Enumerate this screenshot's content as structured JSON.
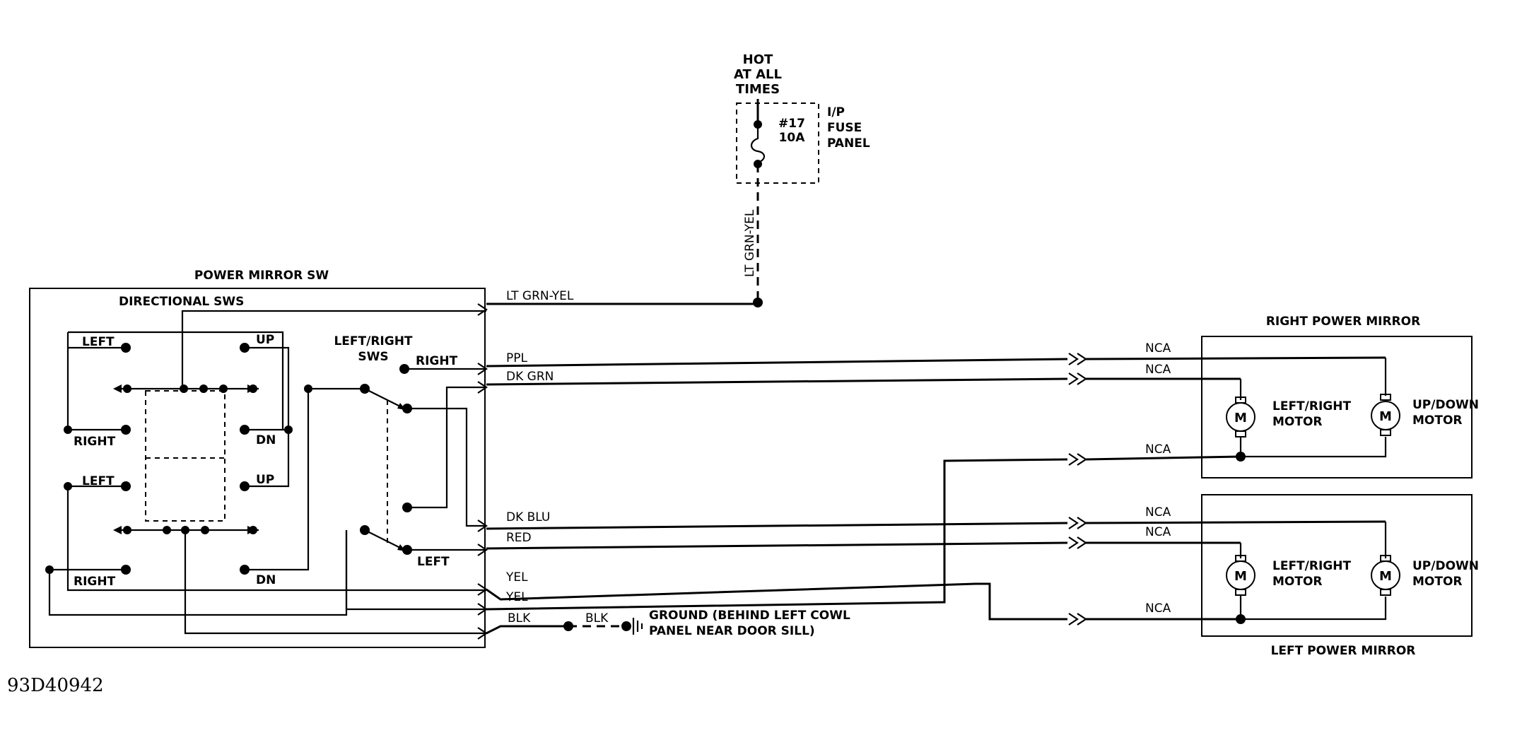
{
  "labels": {
    "hot": [
      "HOT",
      "AT ALL",
      "TIMES"
    ],
    "fuse": [
      "#17",
      "10A"
    ],
    "fuse_panel": [
      "I/P",
      "FUSE",
      "PANEL"
    ],
    "fuse_wire": "LT GRN-YEL",
    "power_mirror_sw": "POWER MIRROR SW",
    "directional_sws": "DIRECTIONAL SWS",
    "left_right_sws": [
      "LEFT/RIGHT",
      "SWS"
    ],
    "sw_right": "RIGHT",
    "sw_left": "LEFT",
    "dir": {
      "left_top": "LEFT",
      "up_top": "UP",
      "right_top": "RIGHT",
      "dn_top": "DN",
      "left_bot": "LEFT",
      "up_bot": "UP",
      "right_bot": "RIGHT",
      "dn_bot": "DN"
    },
    "wires": {
      "lt_grn_yel": "LT GRN-YEL",
      "ppl": "PPL",
      "dk_grn": "DK GRN",
      "dk_blu": "DK BLU",
      "red": "RED",
      "yel1": "YEL",
      "yel2": "YEL",
      "blk1": "BLK",
      "blk2": "BLK"
    },
    "ground": [
      "GROUND (BEHIND LEFT COWL",
      "PANEL NEAR DOOR SILL)"
    ],
    "nca": [
      "NCA",
      "NCA",
      "NCA",
      "NCA",
      "NCA",
      "NCA"
    ],
    "right_power_mirror": "RIGHT POWER MIRROR",
    "left_power_mirror": "LEFT POWER MIRROR",
    "motor_symbol": "M",
    "lr_motor": [
      "LEFT/RIGHT",
      "MOTOR"
    ],
    "ud_motor": [
      "UP/DOWN",
      "MOTOR"
    ],
    "diagram_code": "93D40942"
  }
}
